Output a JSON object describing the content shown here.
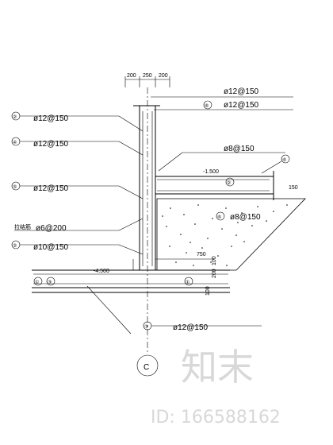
{
  "dims": {
    "d1": "200",
    "d2": "250",
    "d3": "200"
  },
  "rebar_labels": {
    "r1": "ø12@150",
    "r2": "ø12@150",
    "r3": "ø12@150",
    "r4": "ø12@150",
    "r5": "ø8@150",
    "r6": "ø12@150",
    "r7": "ø6@200",
    "r7_prefix": "拉结筋",
    "r8": "ø10@150",
    "r9": "ø8@150",
    "r10": "ø12@150"
  },
  "tags": {
    "t1": "①",
    "t2": "②",
    "t3": "③",
    "t4": "④",
    "t5": "⑤",
    "t6": "⑥"
  },
  "levels": {
    "l1": "-1.500",
    "l2": "-4.500"
  },
  "small_dims": {
    "s1": "150",
    "s2": "750",
    "s3": "100",
    "s4": "200",
    "s5": "100"
  },
  "axis_label": "C",
  "watermark": {
    "brand": "知末",
    "id": "ID: 166588162"
  }
}
